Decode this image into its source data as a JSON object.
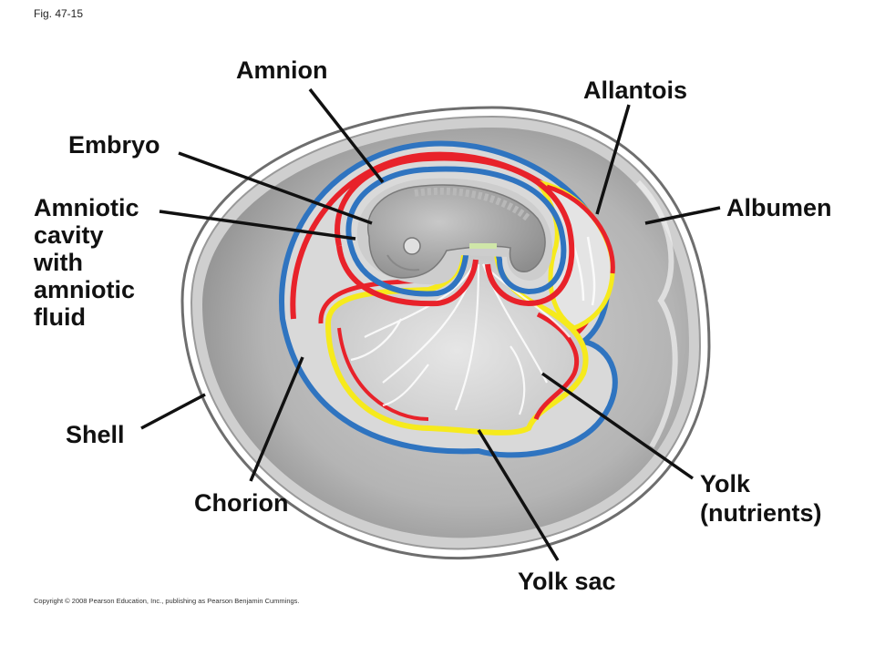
{
  "figure_number": "Fig. 47-15",
  "copyright": "Copyright © 2008 Pearson Education, Inc., publishing as Pearson Benjamin Cummings.",
  "labels": {
    "amnion": "Amnion",
    "allantois": "Allantois",
    "embryo": "Embryo",
    "amniotic_cavity": [
      "Amniotic",
      "cavity",
      "with",
      "amniotic",
      "fluid"
    ],
    "albumen": "Albumen",
    "shell": "Shell",
    "chorion": "Chorion",
    "yolk": [
      "Yolk",
      "(nutrients)"
    ],
    "yolk_sac": "Yolk sac"
  },
  "colors": {
    "shell": "#8a8a8a",
    "albumen": "#b9b9b9",
    "membrane_blue": "#2f74c0",
    "membrane_red": "#e8222a",
    "membrane_yellow": "#f6ea1c",
    "yolk": "#dadada"
  }
}
